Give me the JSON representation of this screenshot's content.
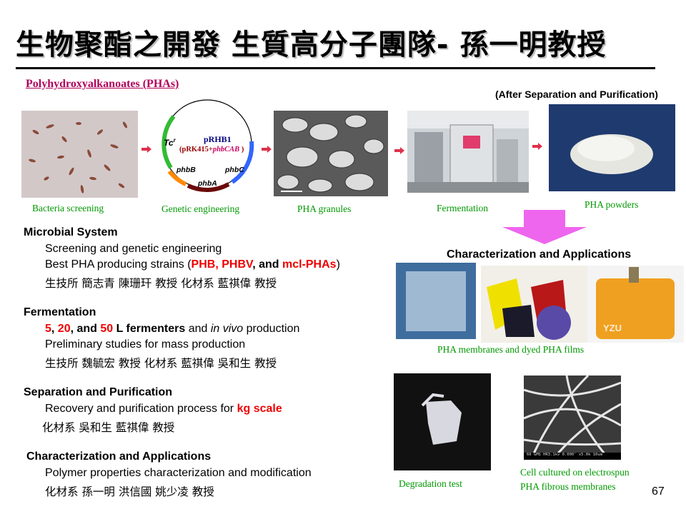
{
  "title": "生物聚酯之開發   生質高分子團隊-  孫一明教授",
  "pha_heading": "Polyhydroxyalkanoates (PHAs)",
  "after_note": "(After Separation and Purification)",
  "plasmid": {
    "name": "pRHB1",
    "sub_prefix": "(pRK415+",
    "sub_gene": "phbCAB",
    "sub_suffix": " )",
    "tc": "Tc",
    "tc_sup": "r",
    "gene_b": "phbB",
    "gene_c": "phbC",
    "gene_a": "phbA"
  },
  "captions": {
    "bacteria": "Bacteria screening",
    "genetic": "Genetic engineering",
    "granules": "PHA granules",
    "fermentation": "Fermentation",
    "powders": "PHA powders",
    "membranes": "PHA membranes and dyed PHA films",
    "degradation": "Degradation test",
    "cell_line1": "Cell cultured on electrospun",
    "cell_line2": "PHA fibrous membranes"
  },
  "char_app_heading": "Characterization and Applications",
  "yzu_logo": "YZU",
  "sem_scale": "60  GMS  HR3.1kv  0.000' x5.0k 10um",
  "sections": {
    "microbial": {
      "title": "Microbial System",
      "line1": "Screening and genetic engineering",
      "line2_prefix": "Best PHA producing strains (",
      "line2_phb": "PHB",
      "line2_comma1": ", ",
      "line2_phbv": "PHBV",
      "line2_and": ", and ",
      "line2_mcl": "mcl-PHAs",
      "line2_suffix": ")",
      "people": "生技所 簡志青 陳珊玕 教授        化材系  藍祺偉 教授"
    },
    "fermentation": {
      "title": "Fermentation",
      "num1": "5",
      "sep1": ", ",
      "num2": "20",
      "sep2": ", and ",
      "num3": "50",
      "l_fermenters": " L fermenters",
      "and_text": " and ",
      "in_vivo": "in vivo",
      "production": " production",
      "line2": "Preliminary studies for mass production",
      "people": "生技所  魏毓宏 教授          化材系  藍祺偉  吳和生 教授"
    },
    "separation": {
      "title": "Separation and Purification",
      "line1_prefix": "Recovery and purification process for ",
      "line1_red": "kg scale",
      "people": "化材系  吳和生  藍祺偉 教授"
    },
    "characterization": {
      "title": "Characterization and Applications",
      "line1": "Polymer properties characterization and modification",
      "people": "化材系  孫一明  洪信國  姚少凌 教授"
    }
  },
  "page_number": "67",
  "colors": {
    "accent_red": "#ee0000",
    "caption_green": "#009900",
    "heading_magenta": "#b0005b",
    "flow_arrow": "#e0304a",
    "down_arrow": "#ee66ee"
  }
}
